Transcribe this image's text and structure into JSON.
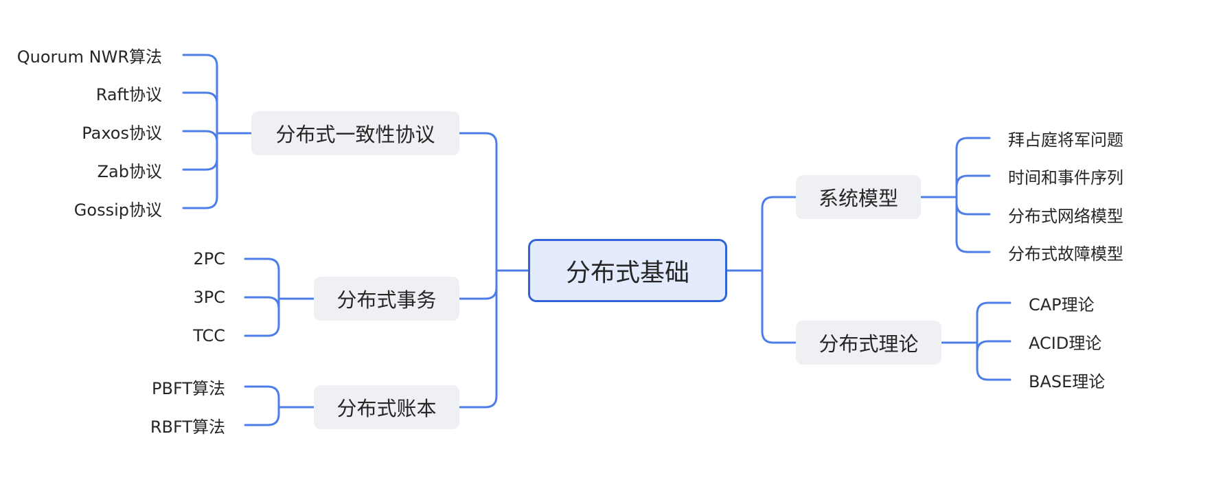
{
  "root": "分布式基础",
  "branches": {
    "consensus": {
      "label": "分布式一致性协议",
      "children": [
        "Quorum NWR算法",
        "Raft协议",
        "Paxos协议",
        "Zab协议",
        "Gossip协议"
      ]
    },
    "transaction": {
      "label": "分布式事务",
      "children": [
        "2PC",
        "3PC",
        "TCC"
      ]
    },
    "ledger": {
      "label": "分布式账本",
      "children": [
        "PBFT算法",
        "RBFT算法"
      ]
    },
    "system_model": {
      "label": "系统模型",
      "children": [
        "拜占庭将军问题",
        "时间和事件序列",
        "分布式网络模型",
        "分布式故障模型"
      ]
    },
    "theory": {
      "label": "分布式理论",
      "children": [
        "CAP理论",
        "ACID理论",
        "BASE理论"
      ]
    }
  },
  "colors": {
    "line": "#4d7ee8",
    "root_fill": "#e3ebfd",
    "root_border": "#2f63d6",
    "branch_fill": "#eef0f3",
    "text": "#262626"
  }
}
